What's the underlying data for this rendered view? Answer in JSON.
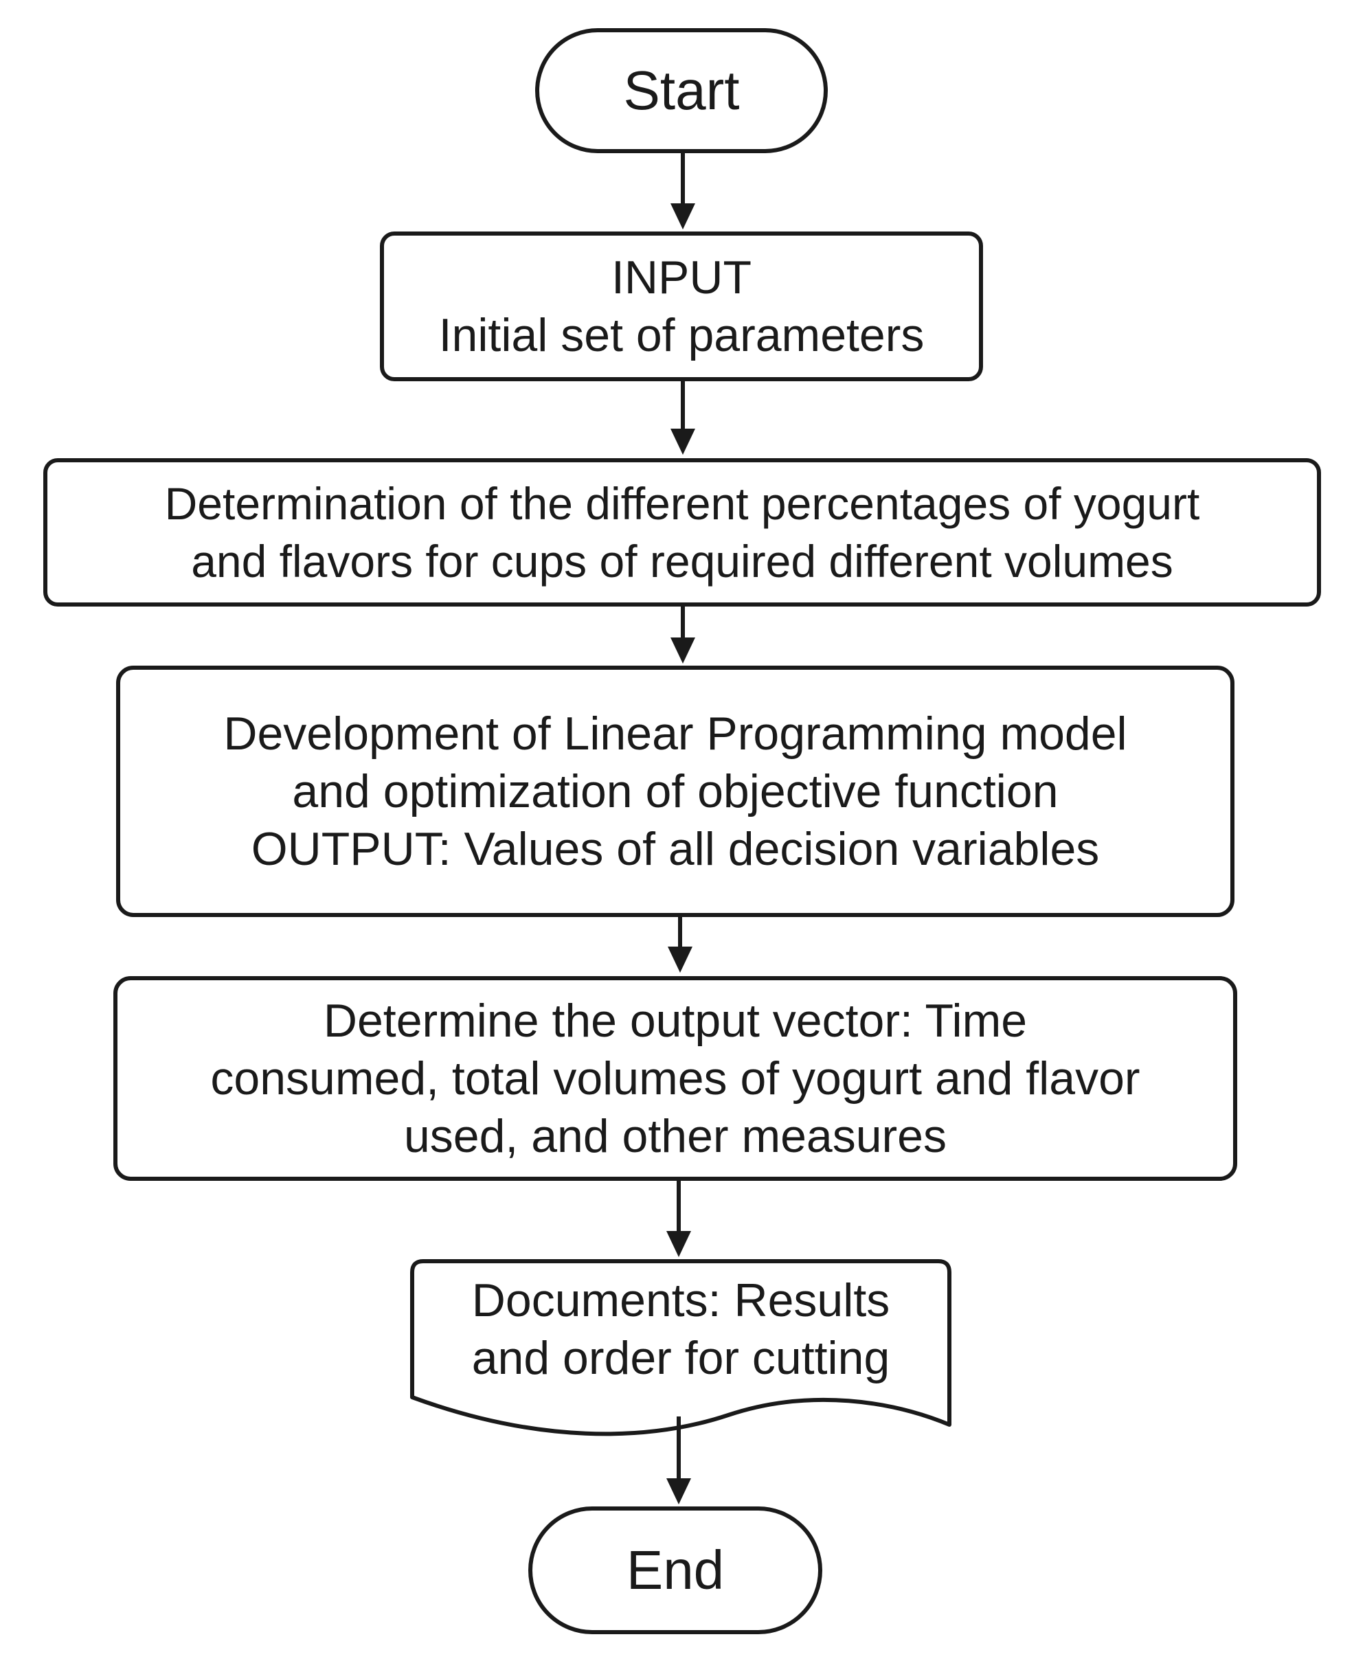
{
  "diagram": {
    "start": {
      "label": "Start"
    },
    "input": {
      "lines": [
        "INPUT",
        "Initial set of parameters"
      ]
    },
    "determination": {
      "lines": [
        "Determination of the different percentages of yogurt",
        "and flavors for cups of required different volumes"
      ]
    },
    "development": {
      "lines": [
        "Development of Linear Programming model",
        "and optimization of objective function",
        "OUTPUT: Values of all decision variables"
      ]
    },
    "output_vector": {
      "lines": [
        "Determine the output vector: Time",
        "consumed, total volumes of yogurt and flavor",
        "used, and other measures"
      ]
    },
    "documents": {
      "lines": [
        "Documents: Results",
        "and order for cutting"
      ]
    },
    "end": {
      "label": "End"
    }
  },
  "colors": {
    "stroke": "#1a1a1a",
    "fill": "#ffffff",
    "text": "#1a1a1a"
  }
}
